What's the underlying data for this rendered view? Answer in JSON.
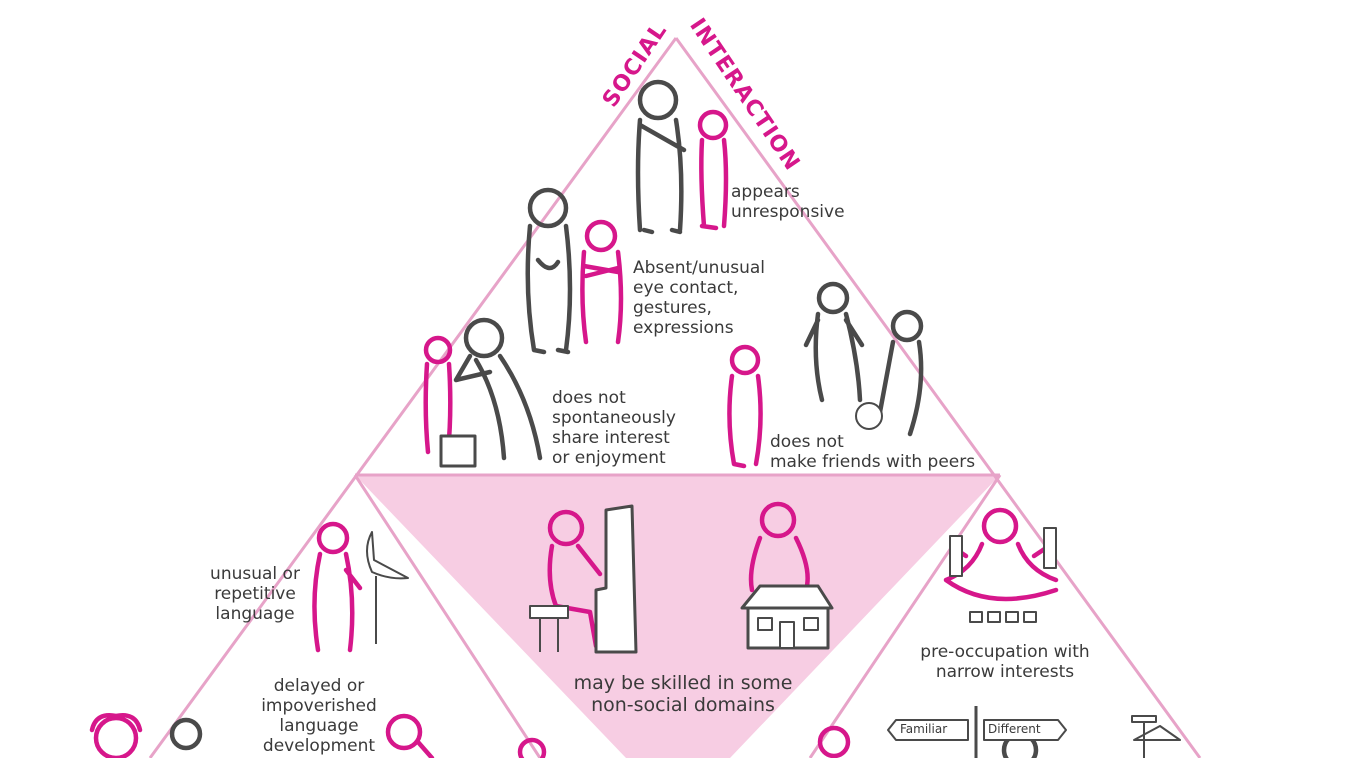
{
  "section_labels": {
    "social": "SOCIAL",
    "interaction": "INTERACTION"
  },
  "labels": {
    "appears_unresponsive": [
      "appears",
      "unresponsive"
    ],
    "eye_contact": [
      "Absent/unusual",
      "eye contact,",
      "gestures,",
      "expressions"
    ],
    "share_interest": [
      "does not",
      "spontaneously",
      "share interest",
      "or enjoyment"
    ],
    "friends": [
      "does not",
      "make friends with peers"
    ],
    "unusual_language": [
      "unusual or",
      "repetitive",
      "language"
    ],
    "delayed_language": [
      "delayed or",
      "impoverished",
      "language",
      "development"
    ],
    "skilled": [
      "may be skilled in some",
      "non-social domains"
    ],
    "preoccupation": [
      "pre-occupation with",
      "narrow interests"
    ]
  },
  "signpost": {
    "familiar": "Familiar",
    "different": "Different"
  },
  "colors": {
    "pink": "#d6178b",
    "pink_fill": "#f7cde3",
    "grey": "#4a4a4a",
    "line": "#e7a3c8"
  }
}
